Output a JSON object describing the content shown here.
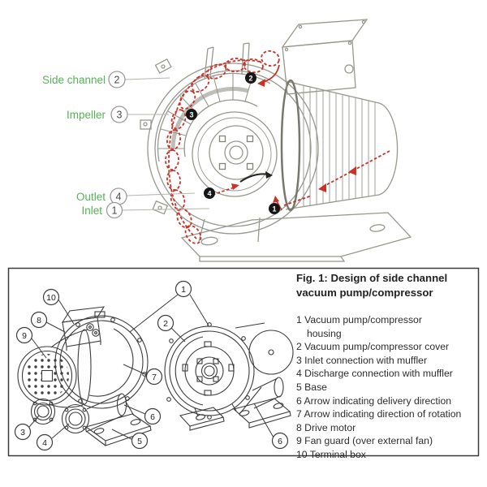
{
  "top_figure": {
    "labels": [
      {
        "label": "Side channel",
        "num": "2"
      },
      {
        "label": "Impeller",
        "num": "3"
      },
      {
        "label": "Outlet",
        "num": "4"
      },
      {
        "label": "Inlet",
        "num": "1"
      }
    ],
    "markers": [
      {
        "num": "2"
      },
      {
        "num": "3"
      },
      {
        "num": "4"
      },
      {
        "num": "1"
      }
    ],
    "colors": {
      "label_green": "#56b256",
      "arrow_red": "#c63328",
      "line_gray": "#98988e"
    }
  },
  "bottom_figure": {
    "title_line1": "Fig. 1: Design of side channel",
    "title_line2": "vacuum pump/compressor",
    "legend": [
      {
        "num": "1",
        "text": "Vacuum pump/compressor housing"
      },
      {
        "num": "2",
        "text": "Vacuum pump/compressor cover"
      },
      {
        "num": "3",
        "text": "Inlet connection with muffler"
      },
      {
        "num": "4",
        "text": "Discharge connection with muffler"
      },
      {
        "num": "5",
        "text": "Base"
      },
      {
        "num": "6",
        "text": "Arrow indicating delivery direction"
      },
      {
        "num": "7",
        "text": "Arrow indicating direction of rotation"
      },
      {
        "num": "8",
        "text": "Drive motor"
      },
      {
        "num": "9",
        "text": "Fan guard (over external fan)"
      },
      {
        "num": "10",
        "text": "Terminal box"
      }
    ],
    "callouts": [
      {
        "num": "10"
      },
      {
        "num": "8"
      },
      {
        "num": "9"
      },
      {
        "num": "3"
      },
      {
        "num": "4"
      },
      {
        "num": "5"
      },
      {
        "num": "6"
      },
      {
        "num": "7"
      },
      {
        "num": "1"
      },
      {
        "num": "2"
      },
      {
        "num": "6"
      }
    ]
  }
}
